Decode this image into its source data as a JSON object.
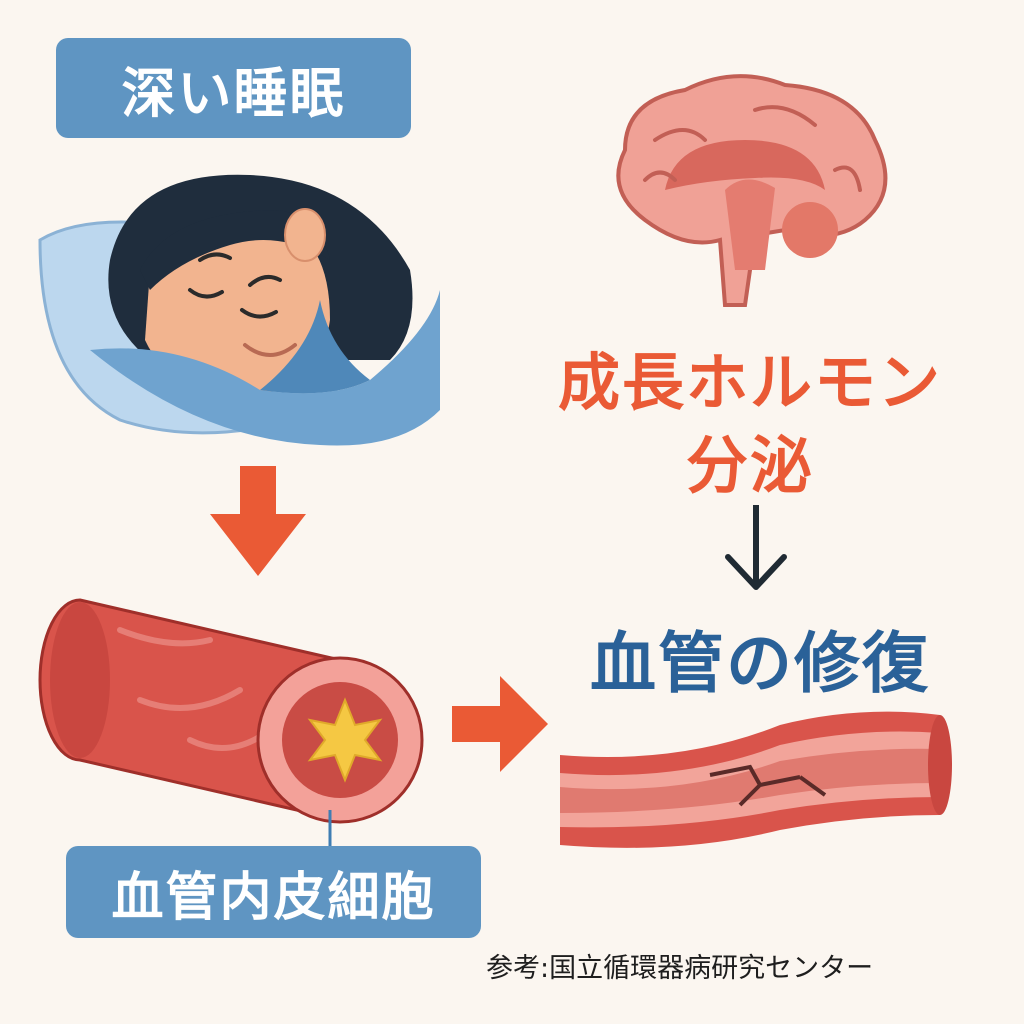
{
  "labels": {
    "deep_sleep": "深い睡眠",
    "endothelial_cells": "血管内皮細胞",
    "hormone_line1": "成長ホルモン",
    "hormone_line2": "分泌",
    "vessel_repair": "血管の修復",
    "reference": "参考:国立循環器病研究センター"
  },
  "colors": {
    "label_bg": "#5f95c2",
    "orange_accent": "#ea5a35",
    "blue_heading": "#2a6198",
    "vessel_red": "#d9544b",
    "brain_pink": "#f0a196",
    "background": "#fbf6f0"
  },
  "icons": [
    "sleeping-person-icon",
    "brain-icon",
    "blood-vessel-icon",
    "repaired-vessel-icon",
    "down-arrow-icon",
    "right-arrow-icon"
  ]
}
